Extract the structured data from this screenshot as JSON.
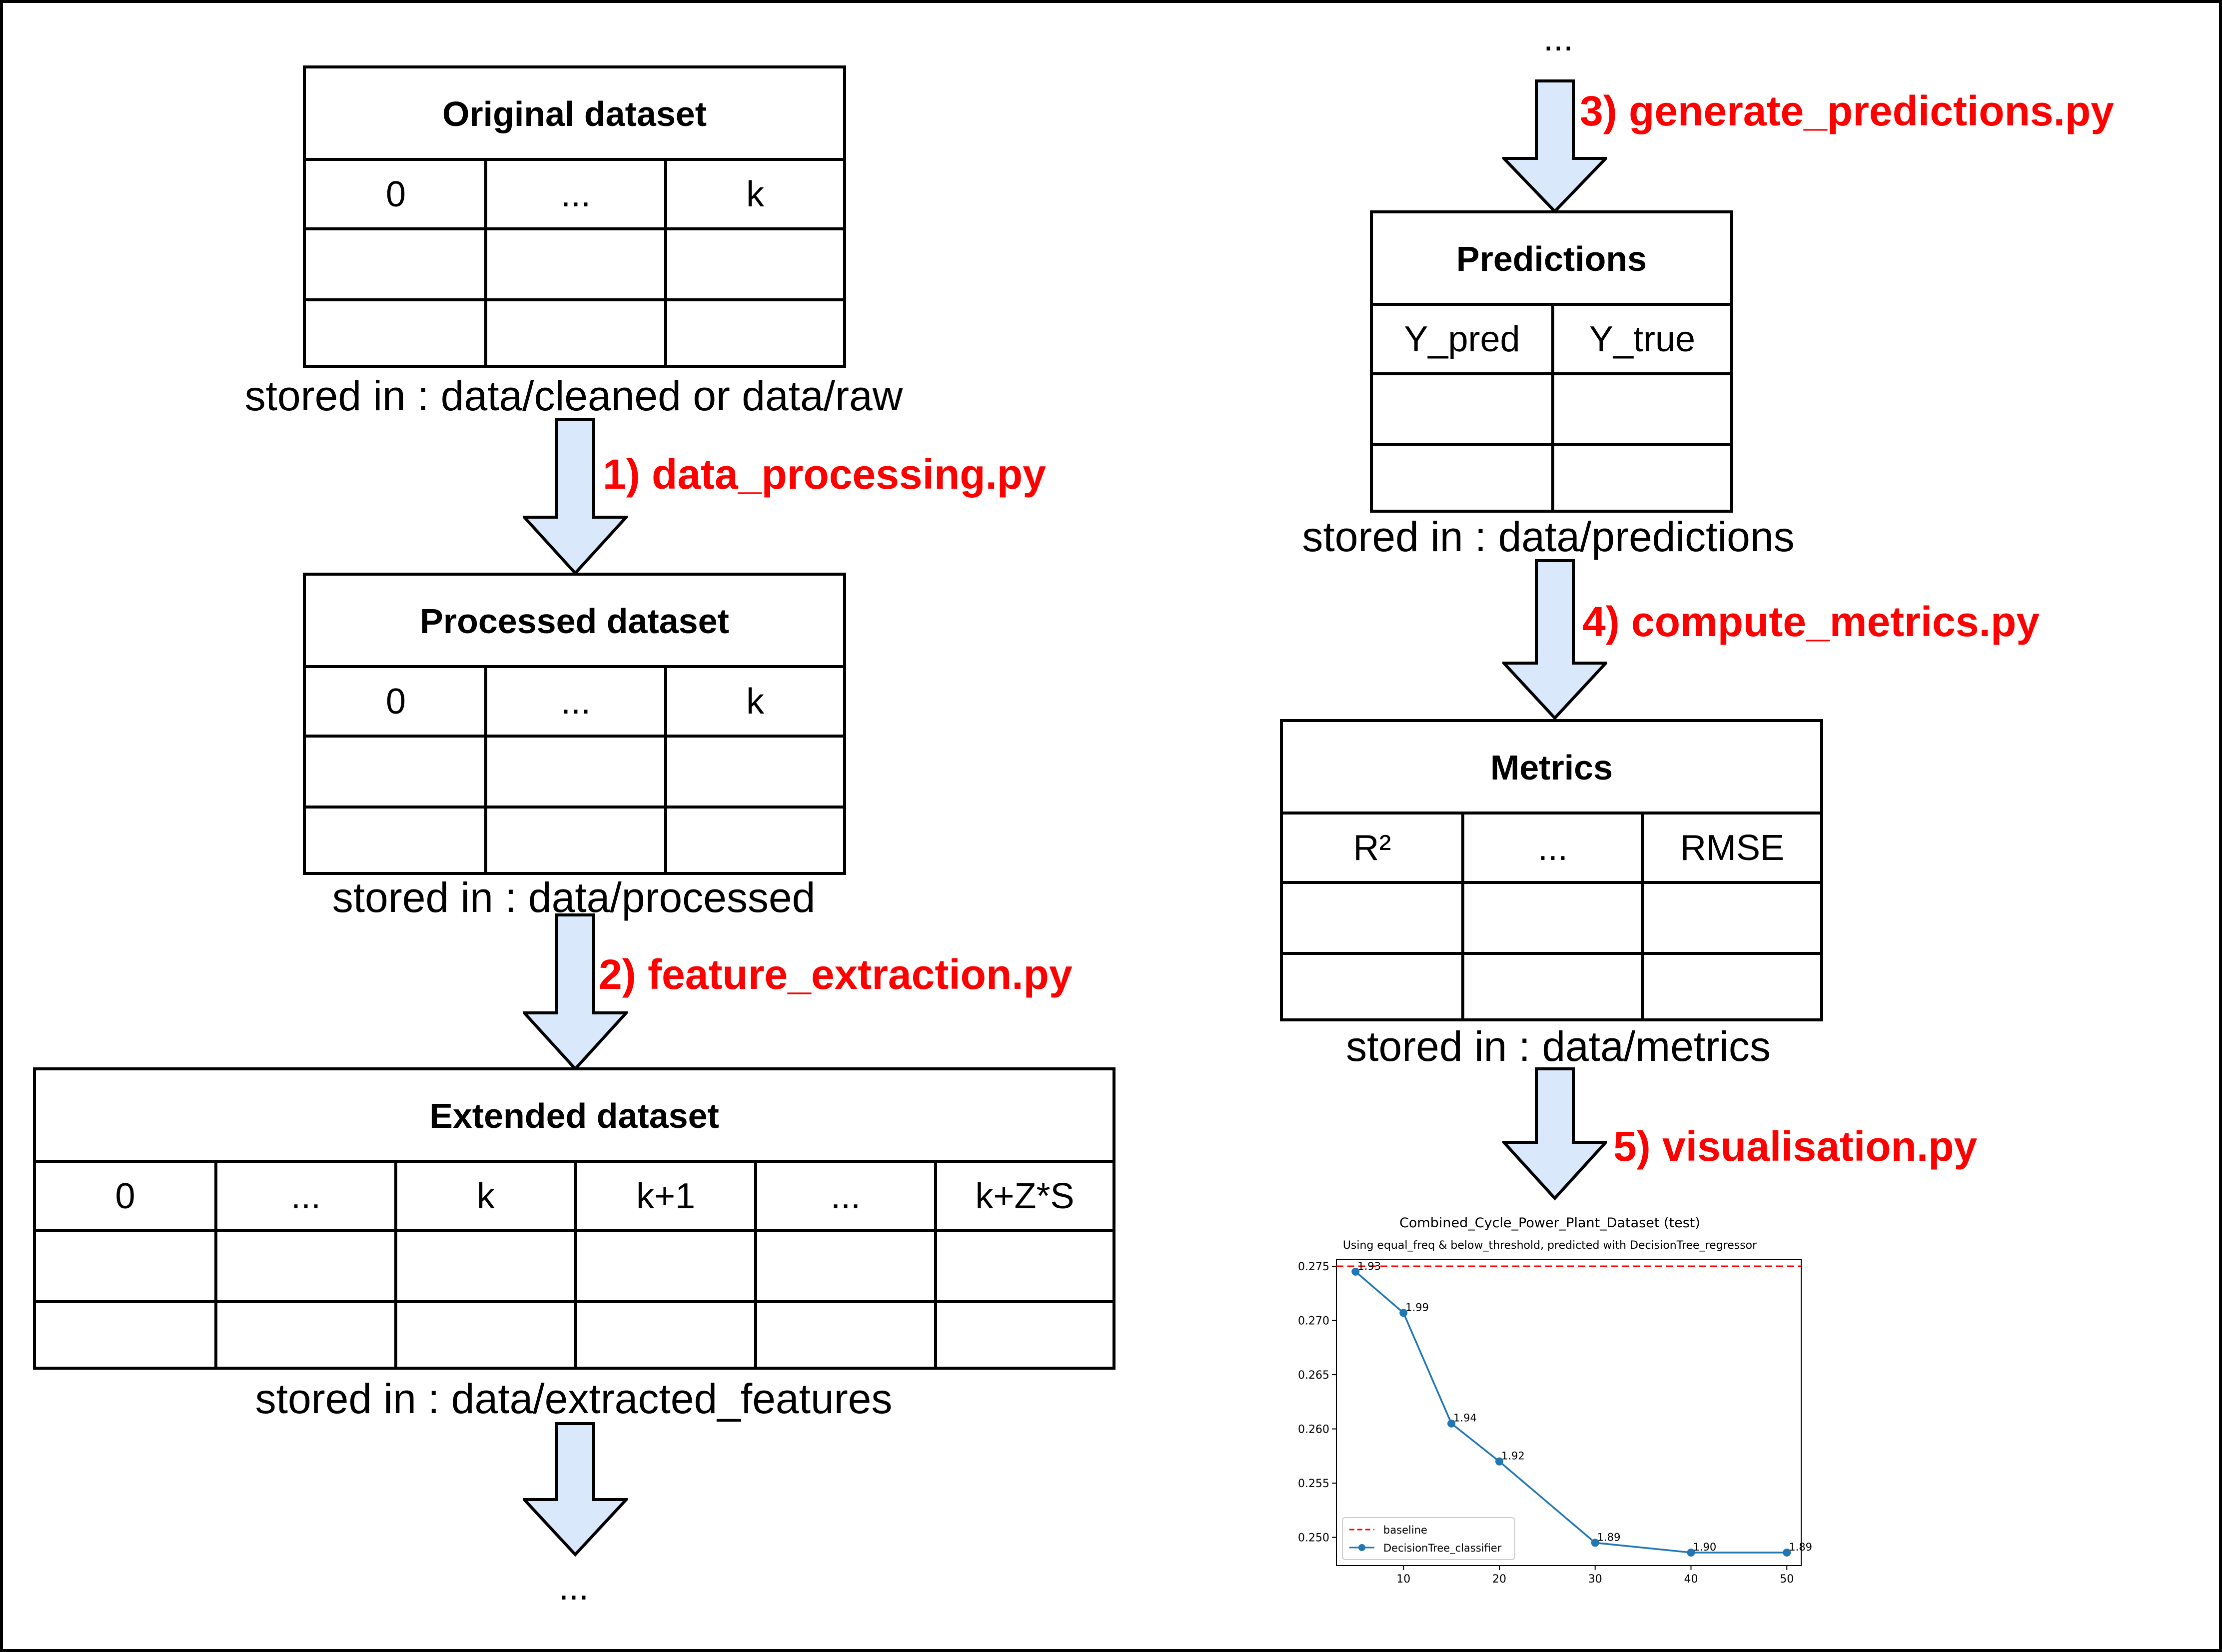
{
  "original_dataset": {
    "title": "Original dataset",
    "columns": [
      "0",
      "...",
      "k"
    ],
    "caption": "stored in : data/cleaned or data/raw"
  },
  "step1": "1) data_processing.py",
  "processed_dataset": {
    "title": "Processed dataset",
    "columns": [
      "0",
      "...",
      "k"
    ],
    "caption": "stored in : data/processed"
  },
  "step2": "2) feature_extraction.py",
  "extended_dataset": {
    "title": "Extended dataset",
    "columns": [
      "0",
      "...",
      "k",
      "k+1",
      "...",
      "k+Z*S"
    ],
    "caption": "stored in : data/extracted_features"
  },
  "bottom_ellipsis": "...",
  "top_ellipsis": "...",
  "step3": "3) generate_predictions.py",
  "predictions": {
    "title": "Predictions",
    "columns": [
      "Y_pred",
      "Y_true"
    ],
    "caption": "stored in : data/predictions"
  },
  "step4": "4) compute_metrics.py",
  "metrics": {
    "title": "Metrics",
    "columns": [
      "R²",
      "...",
      "RMSE"
    ],
    "caption": "stored in : data/metrics"
  },
  "step5": "5) visualisation.py",
  "colors": {
    "arrow_fill": "#dae8fc",
    "step_text": "#ff0000",
    "series_line": "#1f77b4",
    "baseline_line": "#ff0000"
  },
  "chart_data": {
    "type": "line",
    "title": "Combined_Cycle_Power_Plant_Dataset (test)",
    "subtitle": "Using equal_freq & below_threshold, predicted with DecisionTree_regressor",
    "xlabel": "",
    "ylabel": "",
    "x_ticks": [
      10,
      20,
      30,
      40,
      50
    ],
    "y_ticks": [
      "0.250",
      "0.255",
      "0.260",
      "0.265",
      "0.270",
      "0.275"
    ],
    "xlim": [
      3,
      51.5
    ],
    "ylim": [
      0.2474,
      0.2756
    ],
    "baseline": {
      "name": "baseline",
      "value": 0.275
    },
    "series": [
      {
        "name": "DecisionTree_classifier",
        "x": [
          5,
          10,
          15,
          20,
          30,
          40,
          50
        ],
        "y": [
          0.2745,
          0.2707,
          0.2605,
          0.257,
          0.2495,
          0.2486,
          0.2486
        ],
        "labels": [
          "1.93",
          "1.99",
          "1.94",
          "1.92",
          "1.89",
          "1.90",
          "1.89"
        ]
      }
    ],
    "legend": "lower-left",
    "grid": false
  }
}
